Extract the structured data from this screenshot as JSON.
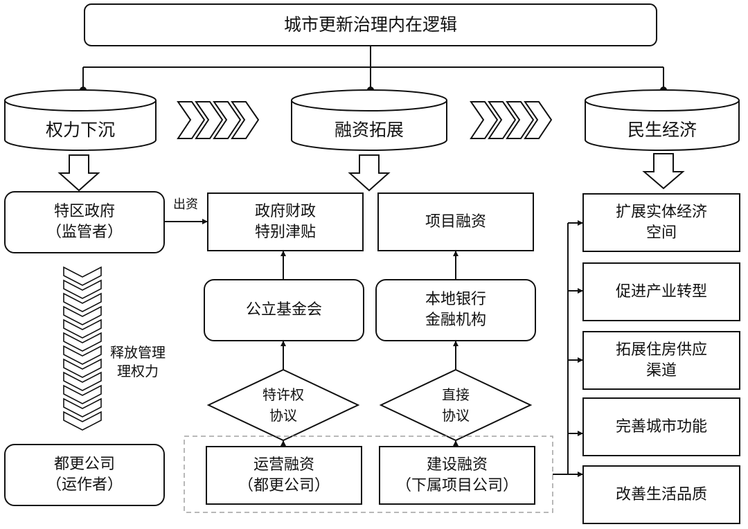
{
  "title": "城市更新治理内在逻辑",
  "pillars": [
    "权力下沉",
    "融资拓展",
    "民生经济"
  ],
  "left": {
    "gov": "特区政府\n（监管者）",
    "fund_label": "出资",
    "release": "释放管理\n理权力",
    "operator": "都更公司\n（运作者）"
  },
  "middle": {
    "subsidy": "政府财政\n特别津贴",
    "project_finance": "项目融资",
    "foundation": "公立基金会",
    "bank": "本地银行\n金融机构",
    "franchise": "特许权\n协议",
    "direct": "直接\n协议",
    "operating_finance": "运营融资\n（都更公司）",
    "construction_finance": "建设融资\n（下属项目公司）"
  },
  "right": {
    "items": [
      "扩展实体经济\n空间",
      "促进产业转型",
      "拓展住房供应\n渠道",
      "完善城市功能",
      "改善生活品质"
    ]
  },
  "colors": {
    "line": "#111111",
    "dashed": "#a0a0a0"
  }
}
